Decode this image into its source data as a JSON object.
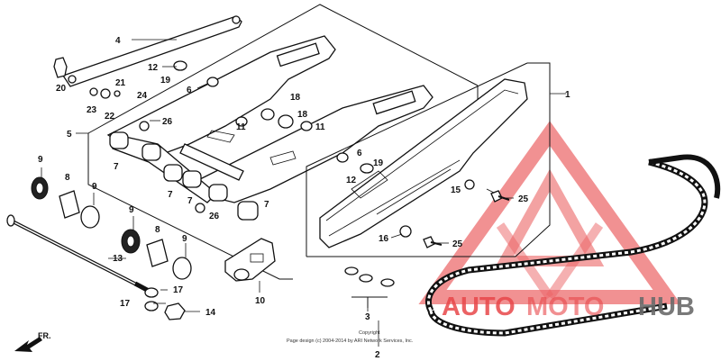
{
  "callouts": {
    "n1": "1",
    "n2": "2",
    "n3": "3",
    "n4": "4",
    "n5": "5",
    "n6a": "6",
    "n6b": "6",
    "n7a": "7",
    "n7b": "7",
    "n7c": "7",
    "n7d": "7",
    "n8a": "8",
    "n8b": "8",
    "n9a": "9",
    "n9b": "9",
    "n9c": "9",
    "n9d": "9",
    "n10": "10",
    "n11a": "11",
    "n11b": "11",
    "n12a": "12",
    "n12b": "12",
    "n13": "13",
    "n14": "14",
    "n15": "15",
    "n16": "16",
    "n17a": "17",
    "n17b": "17",
    "n18a": "18",
    "n18b": "18",
    "n19a": "19",
    "n19b": "19",
    "n20": "20",
    "n21": "21",
    "n22": "22",
    "n23": "23",
    "n24": "24",
    "n25a": "25",
    "n25b": "25",
    "n26a": "26",
    "n26b": "26"
  },
  "front_label": "FR.",
  "copyright": {
    "line1": "Copyright",
    "line2": "Page design (c) 2004-2014 by ARI Network Services, Inc."
  },
  "watermark": {
    "text_auto": "AUTO",
    "text_moto": "MOTO",
    "text_hub": "HUB",
    "color_red": "#e8474a",
    "color_gray": "#6b6b6b"
  }
}
